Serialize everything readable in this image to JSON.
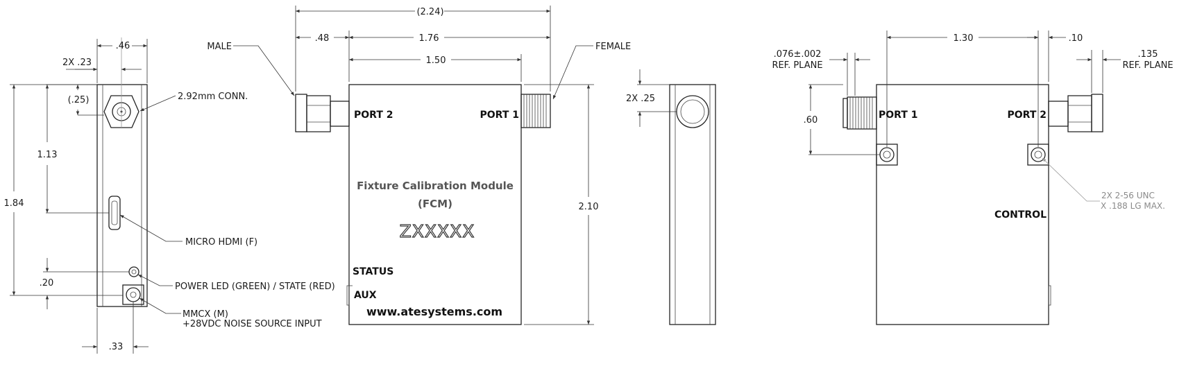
{
  "left_view": {
    "dim_046": ".46",
    "dim_2x023": "2X .23",
    "dim_025": "(.25)",
    "dim_113": "1.13",
    "dim_184": "1.84",
    "dim_020": ".20",
    "dim_033": ".33",
    "callout_conn": "2.92mm CONN.",
    "callout_hdmi": "MICRO HDMI (F)",
    "callout_led": "POWER LED (GREEN) / STATE (RED)",
    "callout_mmcx_1": "MMCX (M)",
    "callout_mmcx_2": "+28VDC NOISE SOURCE INPUT"
  },
  "front_view": {
    "dim_224": "2.24",
    "dim_048": ".48",
    "dim_176": "1.76",
    "dim_150": "1.50",
    "dim_210": "2.10",
    "label_male": "MALE",
    "label_female": "FEMALE",
    "port2": "PORT 2",
    "port1": "PORT 1",
    "title_1": "Fixture Calibration Module",
    "title_2": "(FCM)",
    "model": "ZXXXXX",
    "status": "STATUS",
    "aux": "AUX",
    "url": "www.atesystems.com"
  },
  "side_view": {
    "dim_2x025": "2X .25"
  },
  "rear_view": {
    "dim_130": "1.30",
    "dim_010": ".10",
    "dim_076_1": ".076±.002",
    "dim_076_2": "REF. PLANE",
    "dim_135_1": ".135",
    "dim_135_2": "REF. PLANE",
    "dim_060": ".60",
    "port1": "PORT 1",
    "port2": "PORT 2",
    "control": "CONTROL",
    "note_1": "2X 2-56 UNC",
    "note_2": "X .188 LG MAX."
  }
}
